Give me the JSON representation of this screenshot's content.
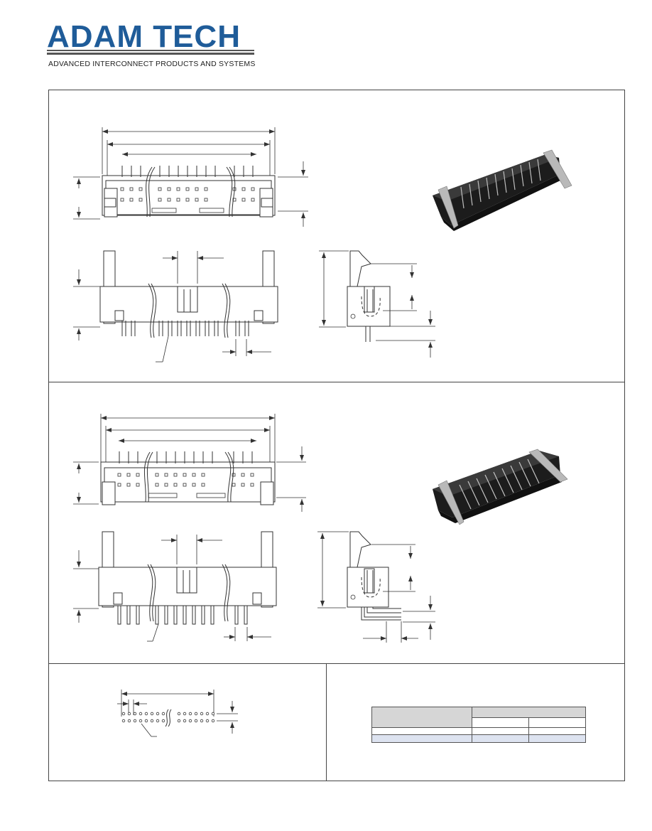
{
  "brand": {
    "logo_text": "ADAM TECH",
    "tagline": "ADVANCED INTERCONNECT PRODUCTS AND SYSTEMS",
    "brand_color": "#1f5c99"
  },
  "colors": {
    "line": "#333333",
    "table_header": "#d6d6d6",
    "table_highlight_row": "#dde3f0"
  },
  "sections": [
    {
      "id": "top",
      "content": "vertical SMT shrouded header drawings with photo"
    },
    {
      "id": "mid",
      "content": "right-angle SMT shrouded header drawings with photo"
    },
    {
      "id": "pcb",
      "content": "recommended PCB layout"
    },
    {
      "id": "table",
      "content": "dimension table"
    }
  ],
  "table": {
    "rows": [
      [
        "",
        "",
        ""
      ],
      [
        "",
        "",
        ""
      ],
      [
        "",
        "",
        ""
      ]
    ]
  }
}
